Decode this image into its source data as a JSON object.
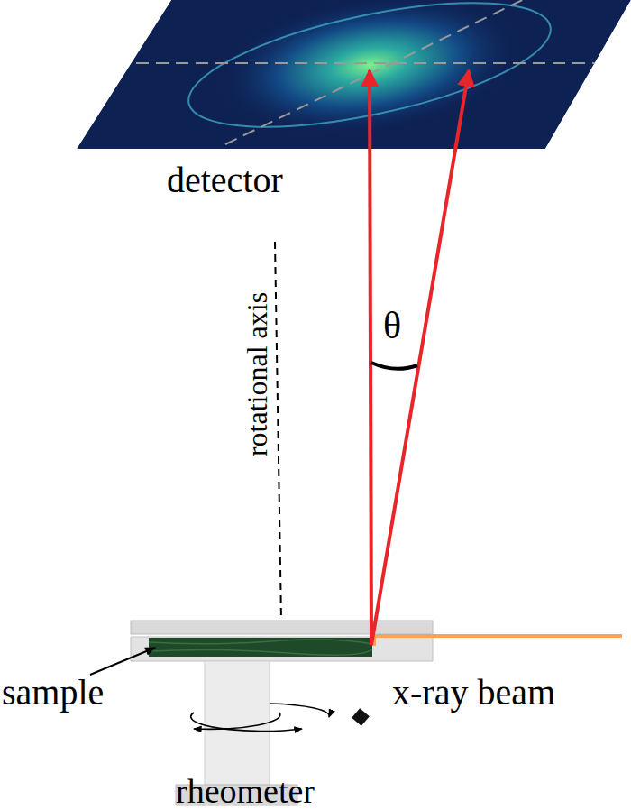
{
  "diagram": {
    "labels": [
      "detector",
      "rotational axis",
      "θ",
      "sample",
      "x-ray beam",
      "rheometer"
    ]
  }
}
